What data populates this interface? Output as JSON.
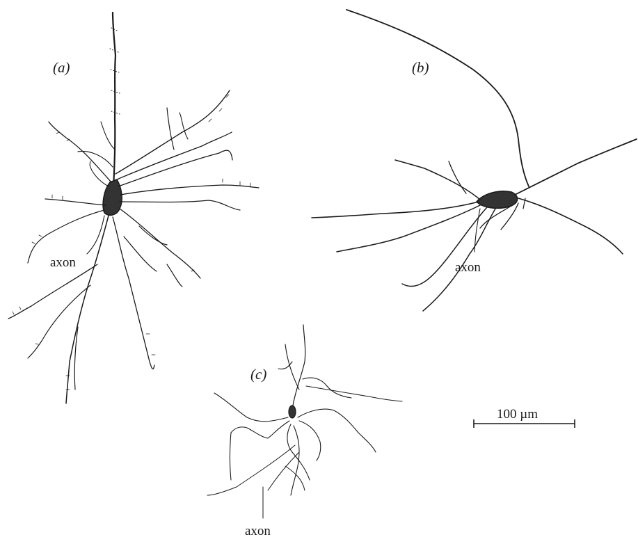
{
  "panels": [
    {
      "id": "a",
      "label": "(a)",
      "axon_label": "axon"
    },
    {
      "id": "b",
      "label": "(b)",
      "axon_label": "axon"
    },
    {
      "id": "c",
      "label": "(c)",
      "axon_label": "axon"
    }
  ],
  "scale_bar": {
    "label": "100 µm"
  },
  "colors": {
    "ink": "#1a1a1a",
    "background": "#ffffff"
  }
}
